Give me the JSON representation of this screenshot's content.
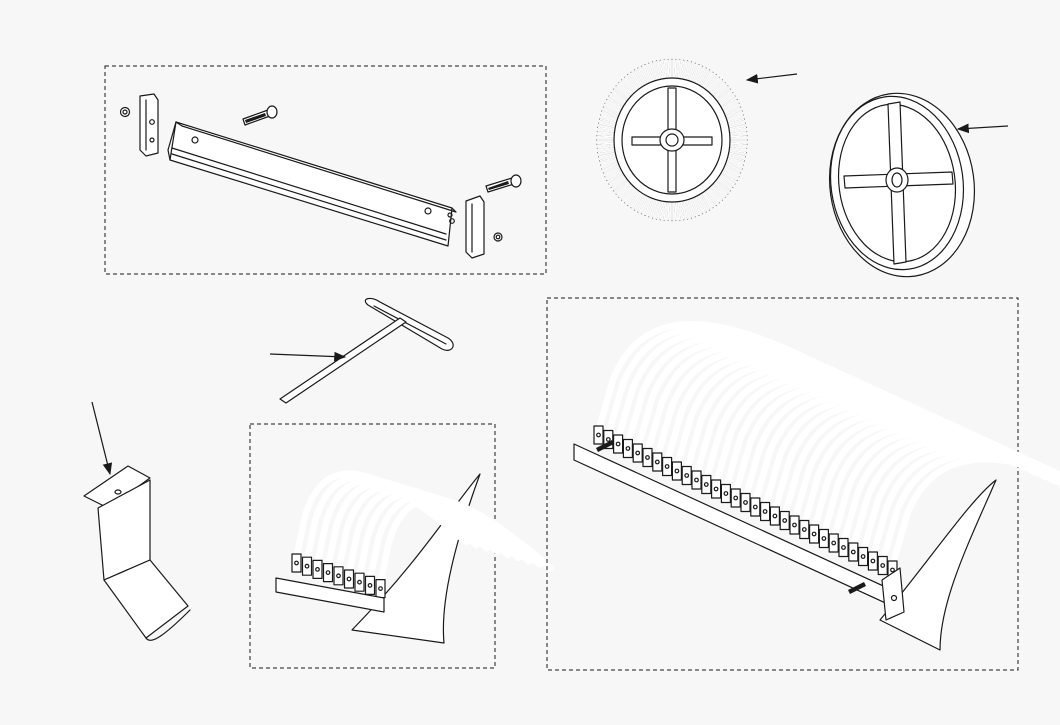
{
  "figure": {
    "kind": "parts-kit-exploded-view",
    "colors": {
      "background": "#f7f7f7",
      "line": "#1a1a1a",
      "fill": "#ffffff"
    },
    "groups": [
      {
        "name": "bracket-rail-assembly",
        "items": [
          "rail",
          "end-bracket",
          "end-bracket",
          "bolt",
          "bolt",
          "nut",
          "nut"
        ]
      },
      {
        "name": "spoked-reel",
        "items": [
          "reel-with-spokes"
        ]
      },
      {
        "name": "plain-reel",
        "items": [
          "reel-plain"
        ]
      },
      {
        "name": "t-handle-hex-key",
        "items": [
          "hex-key"
        ]
      },
      {
        "name": "small-spring-comb",
        "items": [
          "spring-comb-small"
        ]
      },
      {
        "name": "large-spring-comb",
        "items": [
          "spring-comb-large"
        ]
      },
      {
        "name": "mounting-clip",
        "items": [
          "bent-clip"
        ]
      }
    ]
  }
}
